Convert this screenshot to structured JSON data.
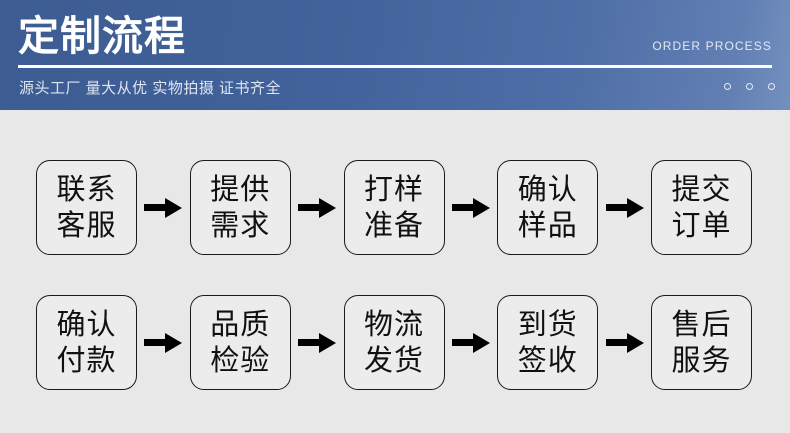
{
  "header": {
    "title": "定制流程",
    "english_label": "ORDER PROCESS",
    "subtitle": "源头工厂 量大从优 实物拍摄 证书齐全",
    "dot_count": 3,
    "background_color": "#41629a",
    "title_color": "#ffffff",
    "subtitle_color": "#dde5f1"
  },
  "flow": {
    "background_color": "#e8e8e8",
    "box_border_color": "#1b1b1b",
    "box_fill_color": "#ececec",
    "arrow_color": "#000000",
    "rows": [
      {
        "steps": [
          {
            "line1": "联系",
            "line2": "客服"
          },
          {
            "line1": "提供",
            "line2": "需求"
          },
          {
            "line1": "打样",
            "line2": "准备"
          },
          {
            "line1": "确认",
            "line2": "样品"
          },
          {
            "line1": "提交",
            "line2": "订单"
          }
        ]
      },
      {
        "steps": [
          {
            "line1": "确认",
            "line2": "付款"
          },
          {
            "line1": "品质",
            "line2": "检验"
          },
          {
            "line1": "物流",
            "line2": "发货"
          },
          {
            "line1": "到货",
            "line2": "签收"
          },
          {
            "line1": "售后",
            "line2": "服务"
          }
        ]
      }
    ]
  }
}
